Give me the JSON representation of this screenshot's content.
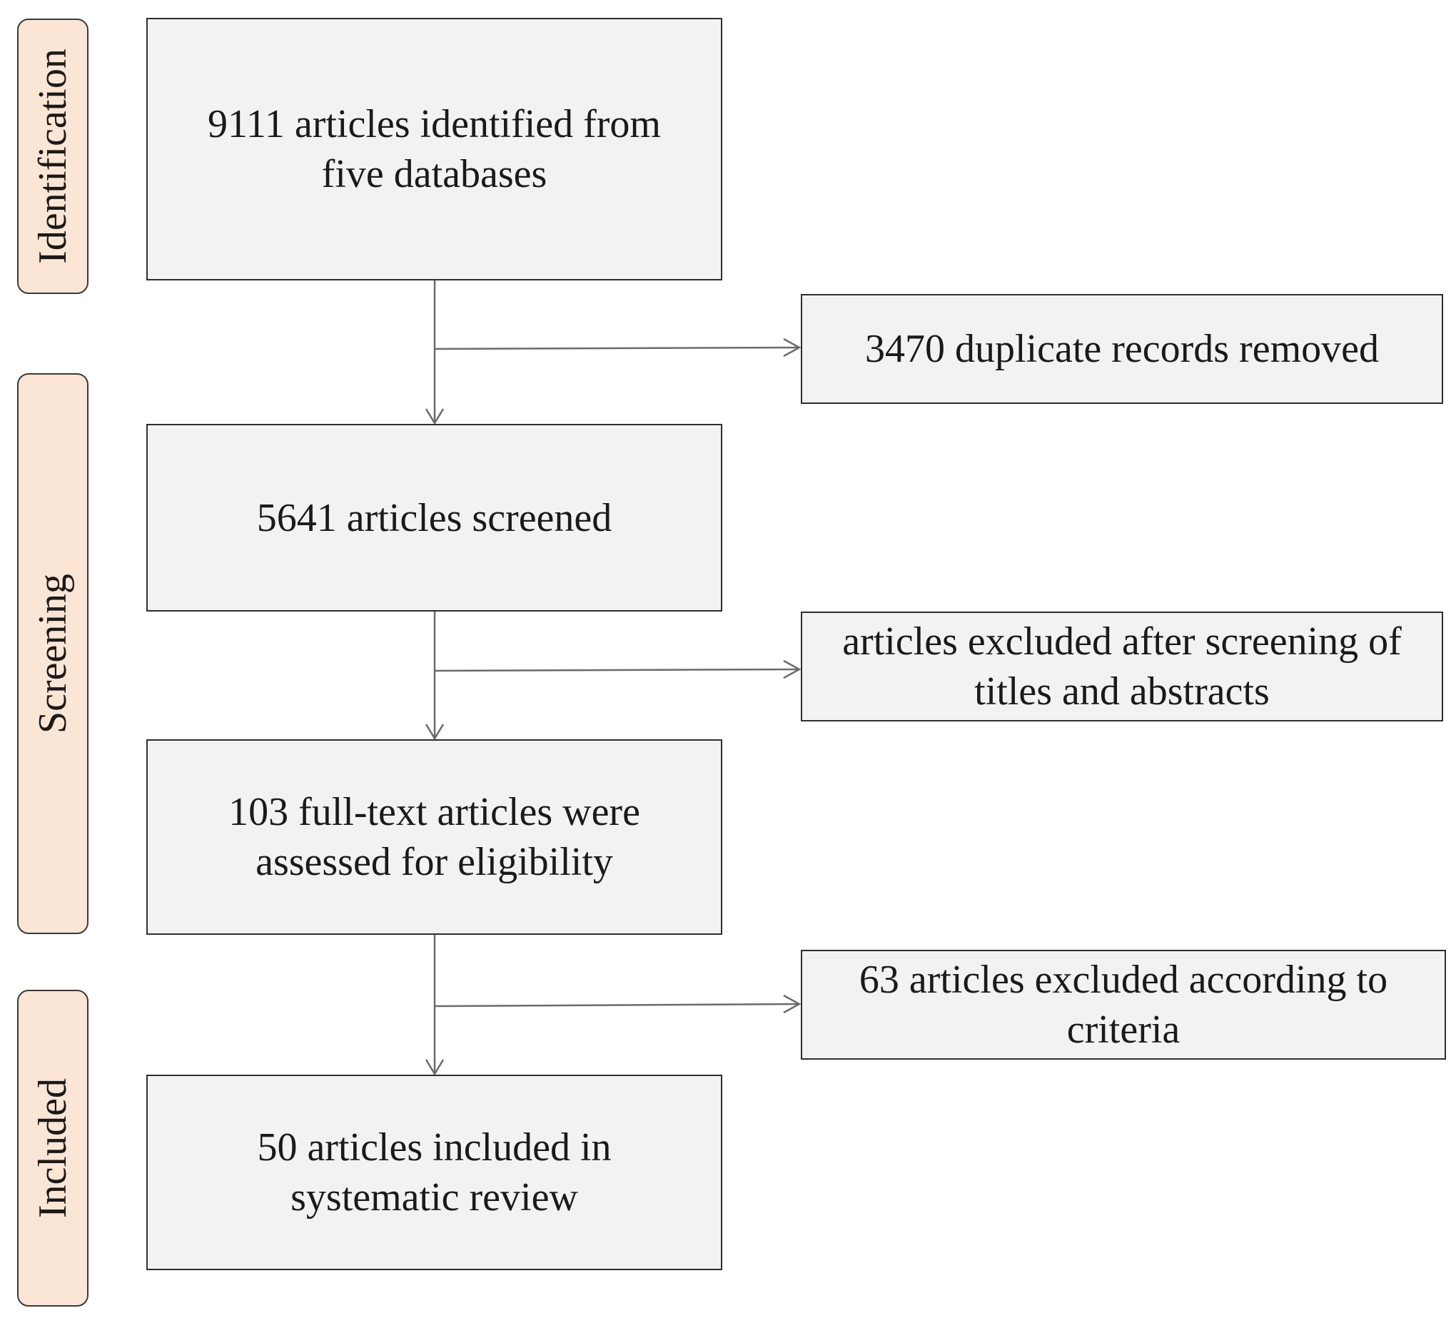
{
  "stages": {
    "identification": "Identification",
    "screening": "Screening",
    "included": "Included"
  },
  "main_boxes": {
    "identified": "9111 articles identified from five databases",
    "screened": "5641 articles screened",
    "assessed": "103 full-text articles were assessed for eligibility",
    "included": "50 articles included in systematic review"
  },
  "side_boxes": {
    "duplicates_removed": "3470 duplicate records removed",
    "excluded_screening": "articles excluded after screening of titles and abstracts",
    "excluded_criteria": "63 articles excluded according to criteria"
  },
  "colors": {
    "stage_fill": "#fbe5d4",
    "box_fill": "#f2f2f2",
    "line": "#6b6b6b"
  }
}
